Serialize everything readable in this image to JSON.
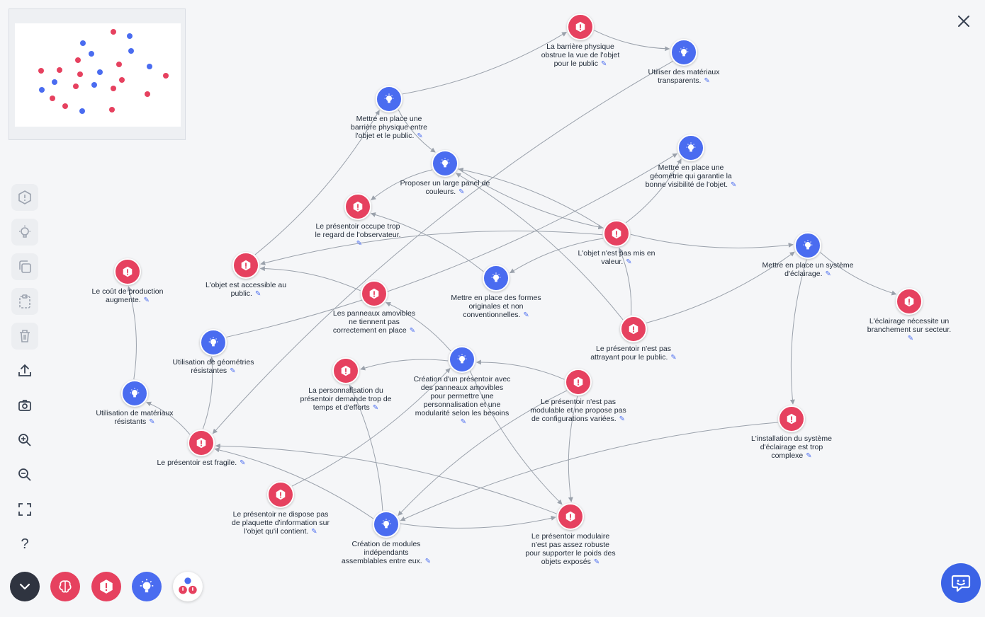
{
  "colors": {
    "problem": "#e6415f",
    "idea": "#4a6cf0",
    "edge": "#9aa1ab"
  },
  "toolbar": {
    "items": [
      {
        "name": "add-problem-tool",
        "icon": "hexagon-alert-icon",
        "disabled": true
      },
      {
        "name": "add-idea-tool",
        "icon": "lightbulb-icon",
        "disabled": true
      },
      {
        "name": "copy-tool",
        "icon": "copy-icon",
        "disabled": true
      },
      {
        "name": "paste-tool",
        "icon": "clipboard-icon",
        "disabled": true
      },
      {
        "name": "delete-tool",
        "icon": "trash-icon",
        "disabled": true
      },
      {
        "name": "export-tool",
        "icon": "upload-icon",
        "disabled": false
      },
      {
        "name": "screenshot-tool",
        "icon": "camera-icon",
        "disabled": false
      },
      {
        "name": "zoom-in-tool",
        "icon": "zoom-in-icon",
        "disabled": false
      },
      {
        "name": "zoom-out-tool",
        "icon": "zoom-out-icon",
        "disabled": false
      },
      {
        "name": "fit-screen-tool",
        "icon": "fullscreen-icon",
        "disabled": false
      },
      {
        "name": "help-tool",
        "icon": "question-icon",
        "disabled": false,
        "text": "?"
      }
    ]
  },
  "bottom_bar": [
    {
      "name": "collapse-button",
      "icon": "chevron-down-icon"
    },
    {
      "name": "brain-mode-button",
      "icon": "brain-icon"
    },
    {
      "name": "problem-mode-button",
      "icon": "hexagon-alert-icon"
    },
    {
      "name": "idea-mode-button",
      "icon": "lightbulb-icon"
    },
    {
      "name": "combined-mode-button",
      "icon": "cluster-icon"
    }
  ],
  "nodes": [
    {
      "id": "n1",
      "type": "problem",
      "text": "La barrière physique obstrue la vue de l'objet pour le public"
    },
    {
      "id": "n2",
      "type": "idea",
      "text": "Utiliser des matériaux transparents."
    },
    {
      "id": "n3",
      "type": "idea",
      "text": "Mettre en place une barrière physique entre l'objet et le public."
    },
    {
      "id": "n4",
      "type": "idea",
      "text": "Mettre en place une géométrie qui garantie la bonne visibilité de l'objet."
    },
    {
      "id": "n5",
      "type": "idea",
      "text": "Proposer un large panel de couleurs."
    },
    {
      "id": "n6",
      "type": "problem",
      "text": "Le présentoir occupe trop le regard de l'observateur."
    },
    {
      "id": "n7",
      "type": "problem",
      "text": "L'objet n'est pas mis en valeur."
    },
    {
      "id": "n8",
      "type": "idea",
      "text": "Mettre en place un système d'éclairage."
    },
    {
      "id": "n9",
      "type": "problem",
      "text": "Le coût de production augmente."
    },
    {
      "id": "n10",
      "type": "problem",
      "text": "L'objet est accessible au public."
    },
    {
      "id": "n11",
      "type": "idea",
      "text": "Mettre en place des formes originales et non conventionnelles."
    },
    {
      "id": "n12",
      "type": "problem",
      "text": "Les panneaux amovibles ne tiennent pas correctement en place"
    },
    {
      "id": "n13",
      "type": "problem",
      "text": "L'éclairage nécessite un branchement sur secteur."
    },
    {
      "id": "n14",
      "type": "problem",
      "text": "Le présentoir n'est pas attrayant pour le public."
    },
    {
      "id": "n15",
      "type": "idea",
      "text": "Utilisation de géométries résistantes"
    },
    {
      "id": "n16",
      "type": "idea",
      "text": "Création d'un présentoir avec des panneaux amovibles pour permettre une personnalisation et une modularité selon les besoins"
    },
    {
      "id": "n17",
      "type": "problem",
      "text": "La personnalisation du présentoir demande trop de temps et d'efforts"
    },
    {
      "id": "n18",
      "type": "idea",
      "text": "Utilisation de matériaux résistants"
    },
    {
      "id": "n19",
      "type": "problem",
      "text": "Le présentoir n'est pas modulable et ne propose pas de configurations variées."
    },
    {
      "id": "n20",
      "type": "problem",
      "text": "L'installation du système d'éclairage est trop complexe"
    },
    {
      "id": "n21",
      "type": "problem",
      "text": "Le présentoir est fragile."
    },
    {
      "id": "n22",
      "type": "problem",
      "text": "Le présentoir ne dispose pas de plaquette d'information sur l'objet qu'il contient."
    },
    {
      "id": "n23",
      "type": "idea",
      "text": "Création de modules indépendants assemblables entre eux."
    },
    {
      "id": "n24",
      "type": "problem",
      "text": "Le présentoir modulaire n'est pas assez robuste pour supporter le poids des objets exposés"
    }
  ],
  "edges": [
    [
      "n3",
      "n1"
    ],
    [
      "n1",
      "n2"
    ],
    [
      "n10",
      "n3"
    ],
    [
      "n3",
      "n5"
    ],
    [
      "n5",
      "n7"
    ],
    [
      "n7",
      "n5"
    ],
    [
      "n5",
      "n6"
    ],
    [
      "n11",
      "n6"
    ],
    [
      "n7",
      "n11"
    ],
    [
      "n7",
      "n4"
    ],
    [
      "n15",
      "n4"
    ],
    [
      "n7",
      "n10"
    ],
    [
      "n14",
      "n7"
    ],
    [
      "n14",
      "n8"
    ],
    [
      "n7",
      "n8"
    ],
    [
      "n8",
      "n13"
    ],
    [
      "n8",
      "n20"
    ],
    [
      "n14",
      "n5"
    ],
    [
      "n12",
      "n10"
    ],
    [
      "n16",
      "n12"
    ],
    [
      "n2",
      "n21"
    ],
    [
      "n18",
      "n9"
    ],
    [
      "n21",
      "n18"
    ],
    [
      "n21",
      "n15"
    ],
    [
      "n16",
      "n17"
    ],
    [
      "n19",
      "n16"
    ],
    [
      "n19",
      "n24"
    ],
    [
      "n19",
      "n23"
    ],
    [
      "n23",
      "n21"
    ],
    [
      "n20",
      "n23"
    ],
    [
      "n23",
      "n17"
    ],
    [
      "n22",
      "n16"
    ],
    [
      "n16",
      "n24"
    ],
    [
      "n24",
      "n21"
    ],
    [
      "n23",
      "n24"
    ]
  ]
}
